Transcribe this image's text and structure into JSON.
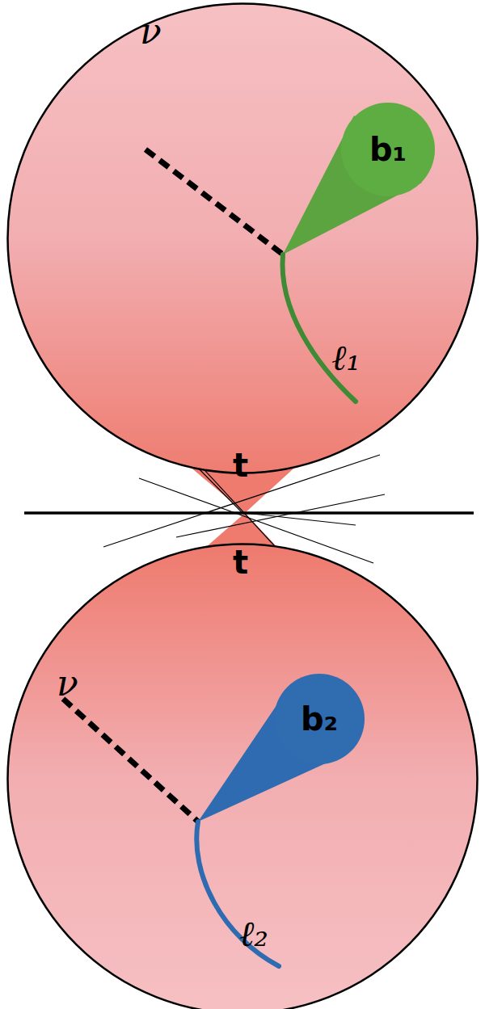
{
  "diagram": {
    "nodes": [
      {
        "text": [
          "ν",
          "ℓ₁"
        ]
      },
      {
        "text": [
          "b₁"
        ],
        "in": 0
      },
      {
        "text": [
          "ν",
          "ℓ₂"
        ]
      },
      {
        "text": [
          "b₂"
        ],
        "in": 2
      }
    ],
    "labels": [
      "t",
      "t"
    ]
  }
}
